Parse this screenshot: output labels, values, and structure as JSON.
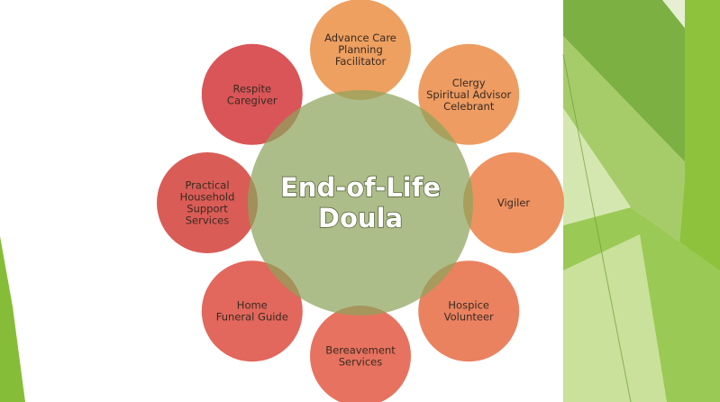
{
  "center": {
    "lines": [
      "End-of-Life",
      "Doula"
    ],
    "fill": "#8ea35c"
  },
  "satellites": [
    {
      "id": "advance-care",
      "lines": [
        "Advance Care",
        "Planning",
        "Facilitator"
      ],
      "fill": "#eda060"
    },
    {
      "id": "clergy",
      "lines": [
        "Clergy",
        "Spiritual Advisor",
        "Celebrant"
      ],
      "fill": "#ee9c62"
    },
    {
      "id": "vigiler",
      "lines": [
        "Vigiler"
      ],
      "fill": "#ee9262"
    },
    {
      "id": "hospice-volunteer",
      "lines": [
        "Hospice",
        "Volunteer"
      ],
      "fill": "#ea8260"
    },
    {
      "id": "bereavement",
      "lines": [
        "Bereavement",
        "Services"
      ],
      "fill": "#e77260"
    },
    {
      "id": "home-funeral",
      "lines": [
        "Home",
        "Funeral Guide"
      ],
      "fill": "#e2675c"
    },
    {
      "id": "practical-household",
      "lines": [
        "Practical",
        "Household",
        "Support",
        "Services"
      ],
      "fill": "#da5c56"
    },
    {
      "id": "respite",
      "lines": [
        "Respite",
        "Caregiver"
      ],
      "fill": "#d95558"
    }
  ],
  "colors": {
    "green_dark": "#6aa43a",
    "green_mid": "#86bd38",
    "green_light": "#c2dc8c",
    "green_pale": "#e3eec9"
  }
}
